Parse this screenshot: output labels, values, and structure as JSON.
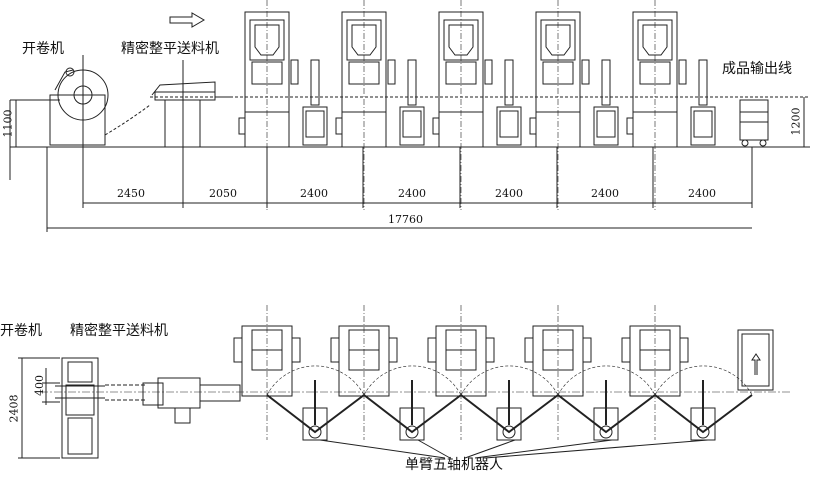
{
  "side_view": {
    "labels": {
      "uncoiler": "开卷机",
      "leveler_feeder": "精密整平送料机",
      "output_line": "成品输出线"
    },
    "dimensions": {
      "height_left": "1100",
      "height_right": "1200",
      "spans": [
        "2450",
        "2050",
        "2400",
        "2400",
        "2400",
        "2400",
        "2400"
      ],
      "total": "17760"
    },
    "press_count": 5
  },
  "top_view": {
    "labels": {
      "uncoiler": "开卷机",
      "leveler_feeder": "精密整平送料机",
      "robot": "单臂五轴机器人"
    },
    "dimensions": {
      "width": "2408",
      "center": "400"
    },
    "press_count": 5
  },
  "colors": {
    "line": "#222222",
    "background": "#ffffff"
  }
}
